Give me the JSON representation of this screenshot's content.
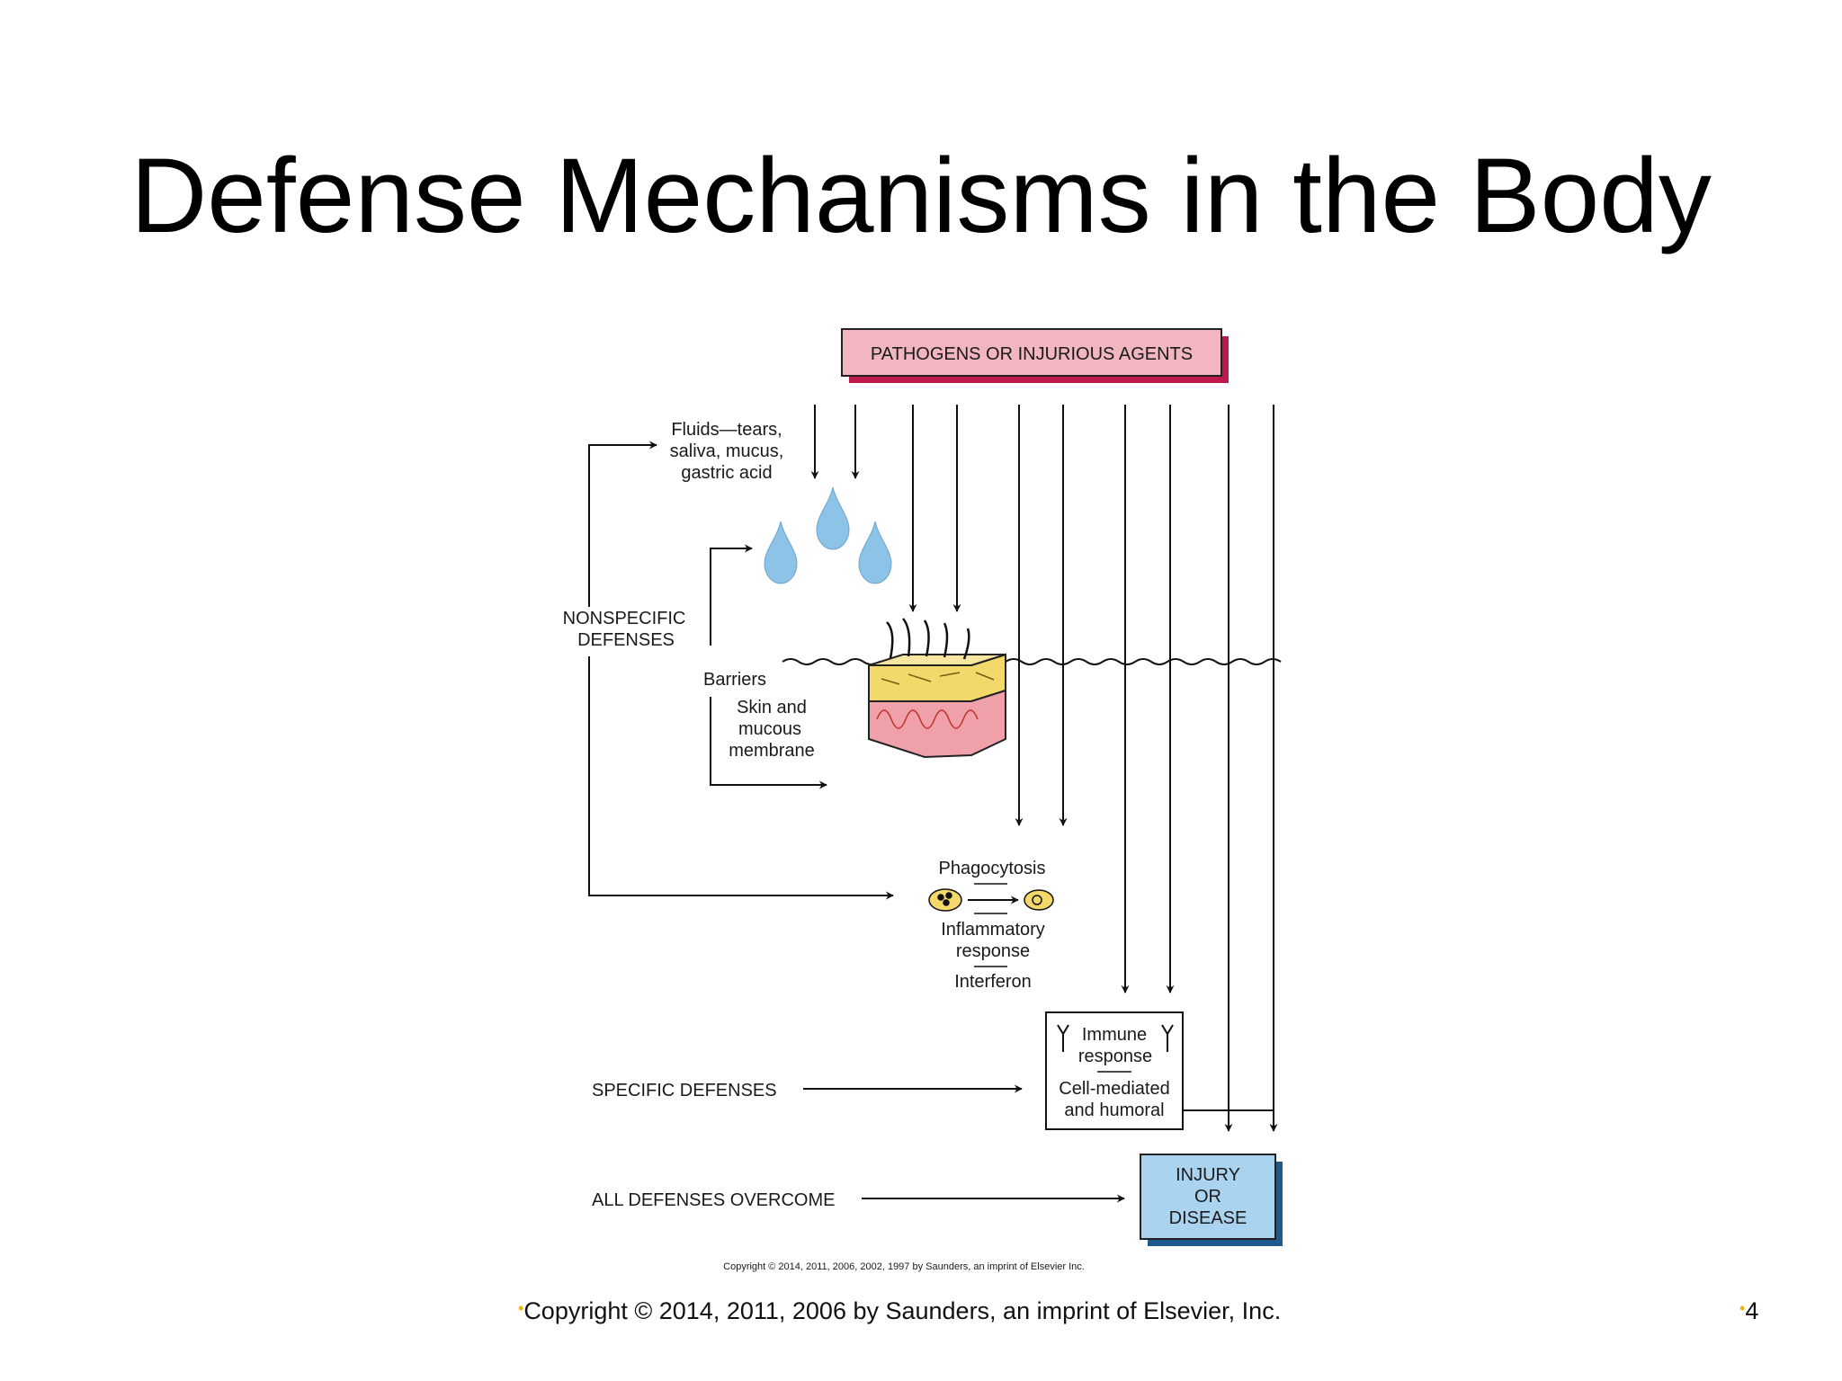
{
  "slide": {
    "title": "Defense Mechanisms in the Body",
    "footer_copyright": "Copyright © 2014, 2011, 2006 by Saunders, an imprint of Elsevier, Inc.",
    "page_number": "4"
  },
  "diagram": {
    "pathogens_label": "PATHOGENS OR INJURIOUS AGENTS",
    "fluids": [
      "Fluids—tears,",
      "saliva, mucus,",
      "gastric acid"
    ],
    "nonspecific": [
      "NONSPECIFIC",
      "DEFENSES"
    ],
    "barriers": "Barriers",
    "skin": [
      "Skin and",
      "mucous",
      "membrane"
    ],
    "phagocytosis": "Phagocytosis",
    "inflammatory": [
      "Inflammatory",
      "response"
    ],
    "interferon": "Interferon",
    "immune": [
      "Immune",
      "response"
    ],
    "cell_mediated": [
      "Cell-mediated",
      "and humoral"
    ],
    "specific": "SPECIFIC DEFENSES",
    "all_overcome": "ALL DEFENSES OVERCOME",
    "injury": [
      "INJURY",
      "OR",
      "DISEASE"
    ],
    "figure_copyright": "Copyright © 2014, 2011, 2006, 2002, 1997 by Saunders, an imprint of Elsevier Inc."
  },
  "colors": {
    "pathogen_box": "#f2b6c0",
    "pathogen_shadow": "#c0194b",
    "injury_box": "#a9d3ef",
    "injury_shadow": "#1f5a8c",
    "water_drop": "#8cc3e6",
    "skin_top": "#f2d96a",
    "skin_bottom": "#f0a0a8",
    "bullet": "#e8b800"
  }
}
